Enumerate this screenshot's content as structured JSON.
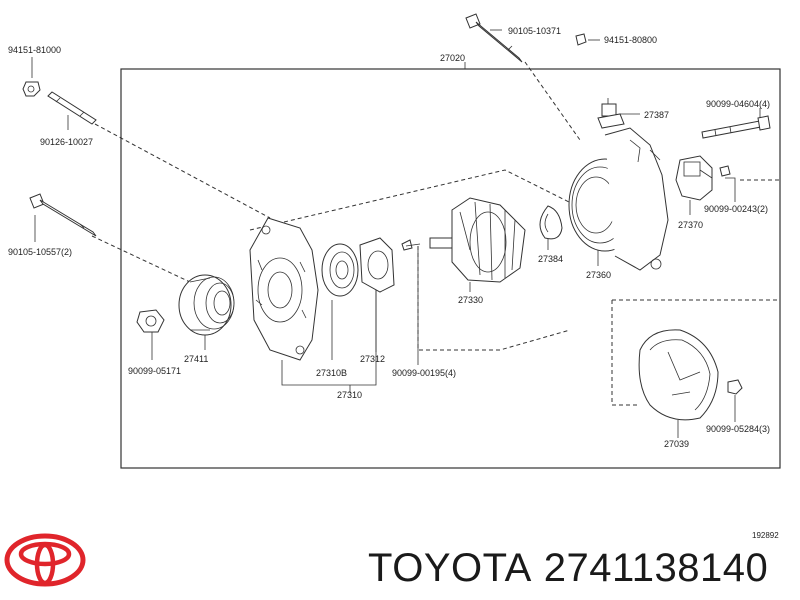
{
  "callouts": {
    "c94151_81000": "94151-81000",
    "c90126_10027": "90126-10027",
    "c90105_10557": "90105-10557(2)",
    "c90099_05171": "90099-05171",
    "c27411": "27411",
    "c27310B": "27310B",
    "c27312": "27312",
    "c90099_00195": "90099-00195(4)",
    "c27310": "27310",
    "c27330": "27330",
    "c27384": "27384",
    "c27360": "27360",
    "c27020": "27020",
    "c90105_10371": "90105-10371",
    "c94151_80800": "94151-80800",
    "c27387": "27387",
    "c90099_04604": "90099-04604(4)",
    "c27370": "27370",
    "c90099_00243": "90099-00243(2)",
    "c27039": "27039",
    "c90099_05284": "90099-05284(3)",
    "drawing_no": "192892"
  },
  "footer": {
    "brand": "TOYOTA",
    "part_number": "2741138140"
  },
  "colors": {
    "logo": "#e0252b",
    "line": "#333333"
  }
}
